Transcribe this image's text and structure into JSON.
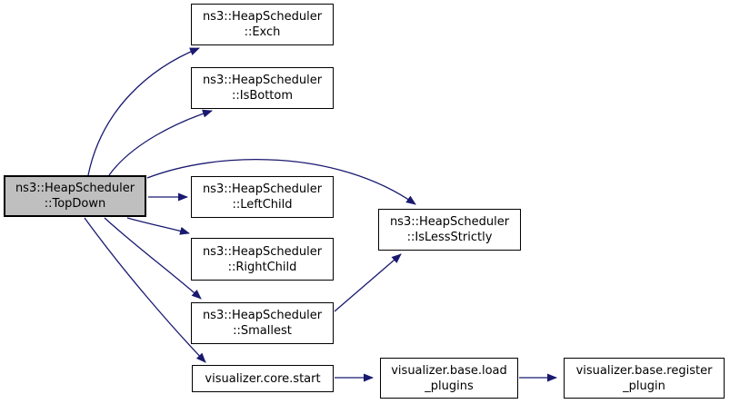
{
  "diagram": {
    "type": "call-graph",
    "colors": {
      "edge": "#191970",
      "node_fill": "#ffffff",
      "node_border": "#000000",
      "highlight_fill": "#bfbfbf"
    },
    "nodes": [
      {
        "id": "topdown",
        "label": "ns3::HeapScheduler::TopDown",
        "line1": "ns3::HeapScheduler",
        "line2": "::TopDown",
        "highlighted": true
      },
      {
        "id": "exch",
        "label": "ns3::HeapScheduler::Exch",
        "line1": "ns3::HeapScheduler",
        "line2": "::Exch",
        "highlighted": false
      },
      {
        "id": "isbottom",
        "label": "ns3::HeapScheduler::IsBottom",
        "line1": "ns3::HeapScheduler",
        "line2": "::IsBottom",
        "highlighted": false
      },
      {
        "id": "leftchild",
        "label": "ns3::HeapScheduler::LeftChild",
        "line1": "ns3::HeapScheduler",
        "line2": "::LeftChild",
        "highlighted": false
      },
      {
        "id": "rightchild",
        "label": "ns3::HeapScheduler::RightChild",
        "line1": "ns3::HeapScheduler",
        "line2": "::RightChild",
        "highlighted": false
      },
      {
        "id": "smallest",
        "label": "ns3::HeapScheduler::Smallest",
        "line1": "ns3::HeapScheduler",
        "line2": "::Smallest",
        "highlighted": false
      },
      {
        "id": "islessstrictly",
        "label": "ns3::HeapScheduler::IsLessStrictly",
        "line1": "ns3::HeapScheduler",
        "line2": "::IsLessStrictly",
        "highlighted": false
      },
      {
        "id": "start",
        "label": "visualizer.core.start",
        "line1": "visualizer.core.start",
        "line2": "",
        "highlighted": false
      },
      {
        "id": "loadplugins",
        "label": "visualizer.base.load_plugins",
        "line1": "visualizer.base.load",
        "line2": "_plugins",
        "highlighted": false
      },
      {
        "id": "registerplugin",
        "label": "visualizer.base.register_plugin",
        "line1": "visualizer.base.register",
        "line2": "_plugin",
        "highlighted": false
      }
    ],
    "edges": [
      {
        "from": "topdown",
        "to": "exch"
      },
      {
        "from": "topdown",
        "to": "isbottom"
      },
      {
        "from": "topdown",
        "to": "leftchild"
      },
      {
        "from": "topdown",
        "to": "rightchild"
      },
      {
        "from": "topdown",
        "to": "smallest"
      },
      {
        "from": "topdown",
        "to": "start"
      },
      {
        "from": "topdown",
        "to": "islessstrictly"
      },
      {
        "from": "smallest",
        "to": "islessstrictly"
      },
      {
        "from": "start",
        "to": "loadplugins"
      },
      {
        "from": "loadplugins",
        "to": "registerplugin"
      }
    ]
  }
}
